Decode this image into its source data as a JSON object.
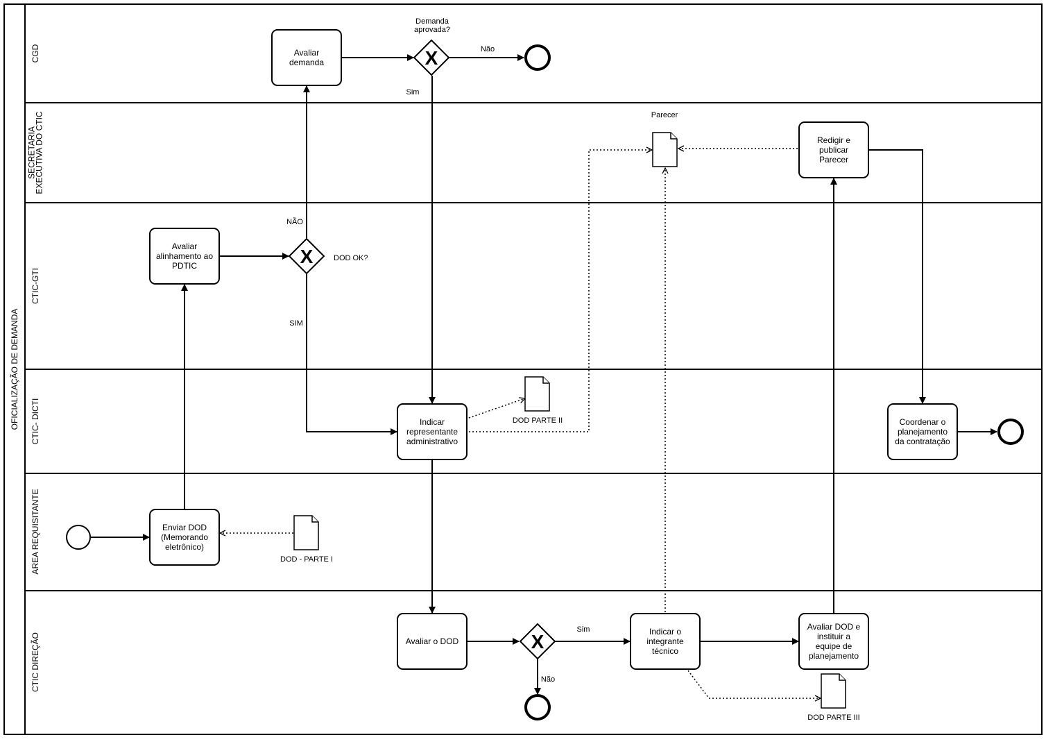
{
  "pool": {
    "label": "OFICIALIZAÇÃO DE DEMANDA"
  },
  "lanes": [
    {
      "id": "cgd",
      "label": [
        "CGD"
      ]
    },
    {
      "id": "sec",
      "label": [
        "SECRETARIA",
        "EXECUTIVA DO CTIC"
      ]
    },
    {
      "id": "gti",
      "label": [
        "CTIC-GTI"
      ]
    },
    {
      "id": "dicti",
      "label": [
        "CTIC- DICTI"
      ]
    },
    {
      "id": "area",
      "label": [
        "AREA REQUISITANTE"
      ]
    },
    {
      "id": "direcao",
      "label": [
        "CTIC DIREÇÃO"
      ]
    }
  ],
  "tasks": [
    {
      "id": "avaliar_demanda",
      "lines": [
        "Avaliar",
        "demanda"
      ]
    },
    {
      "id": "redigir_parecer",
      "lines": [
        "Redigir e",
        "publicar",
        "Parecer"
      ]
    },
    {
      "id": "avaliar_alinhamento",
      "lines": [
        "Avaliar",
        "alinhamento ao",
        "PDTIC"
      ]
    },
    {
      "id": "indicar_adm",
      "lines": [
        "Indicar",
        "representante",
        "administrativo"
      ]
    },
    {
      "id": "coordenar",
      "lines": [
        "Coordenar o",
        "planejamento",
        "da contratação"
      ]
    },
    {
      "id": "enviar_dod",
      "lines": [
        "Enviar DOD",
        "(Memorando",
        "eletrônico)"
      ]
    },
    {
      "id": "avaliar_dod",
      "lines": [
        "Avaliar o DOD"
      ]
    },
    {
      "id": "indicar_tecnico",
      "lines": [
        "Indicar o",
        "integrante",
        "técnico"
      ]
    },
    {
      "id": "avaliar_instituir",
      "lines": [
        "Avaliar DOD e",
        "instituir a",
        "equipe de",
        "planejamento"
      ]
    }
  ],
  "gateways": [
    {
      "id": "gw_cgd",
      "question": [
        "Demanda",
        "aprovada?"
      ]
    },
    {
      "id": "gw_gti",
      "question": [
        "DOD OK?"
      ]
    },
    {
      "id": "gw_direcao",
      "question": []
    }
  ],
  "documents": [
    {
      "id": "doc_parecer",
      "label": "Parecer"
    },
    {
      "id": "doc_parte2",
      "label": "DOD PARTE II"
    },
    {
      "id": "doc_parte1",
      "label": "DOD - PARTE I"
    },
    {
      "id": "doc_parte3",
      "label": "DOD PARTE III"
    }
  ],
  "flow_labels": {
    "cgd_nao": "Não",
    "cgd_sim": "Sim",
    "gti_nao": "NÃO",
    "gti_sim": "SIM",
    "dir_sim": "Sim",
    "dir_nao": "Não"
  },
  "gateway_marker": "X"
}
